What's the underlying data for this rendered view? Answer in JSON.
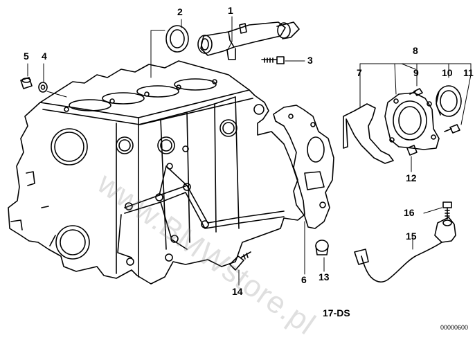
{
  "callouts": [
    "1",
    "2",
    "3",
    "4",
    "5",
    "6",
    "7",
    "8",
    "9",
    "10",
    "11",
    "12",
    "13",
    "14",
    "15",
    "16"
  ],
  "diagram_code": "17-DS",
  "document_number": "00000600",
  "watermark": "www.BMWstore.pl",
  "colors": {
    "line": "#000000",
    "background": "#ffffff",
    "watermark": "#8c8c8c"
  }
}
